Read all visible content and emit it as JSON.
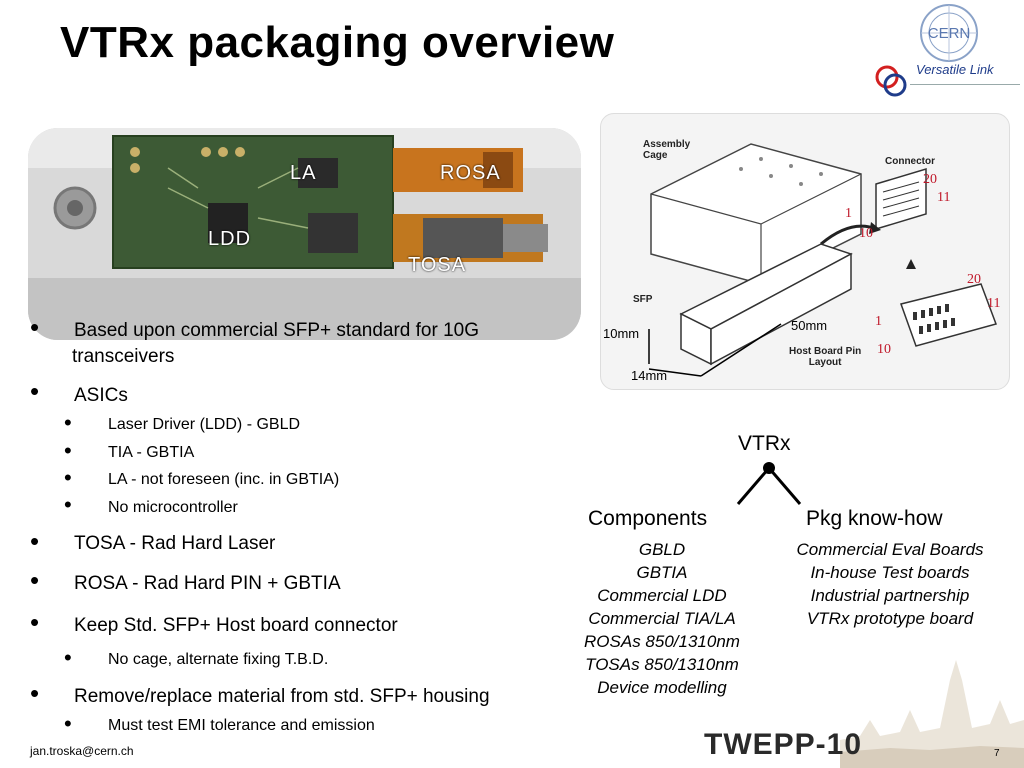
{
  "title": "VTRx packaging overview",
  "logos": {
    "cern": "CERN",
    "versatile_link": "Versatile Link"
  },
  "photo": {
    "labels": {
      "la": "LA",
      "rosa": "ROSA",
      "ldd": "LDD",
      "tosa": "TOSA"
    }
  },
  "drawing": {
    "labels": {
      "assembly_cage": "Assembly\nCage",
      "connector": "Connector",
      "sfp": "SFP",
      "host_board": "Host Board Pin\nLayout"
    },
    "pin_numbers": {
      "a": "20",
      "b": "11",
      "c": "1",
      "d": "10",
      "e": "20",
      "f": "11",
      "g": "1",
      "h": "10"
    },
    "dims": {
      "d10": "10mm",
      "d50": "50mm",
      "d14": "14mm"
    }
  },
  "bullets": [
    {
      "text": "Based upon commercial SFP+ standard for 10G",
      "cont": "transceivers"
    },
    {
      "text": "ASICs",
      "subs": [
        "Laser Driver (LDD) - GBLD",
        "TIA - GBTIA",
        "LA - not foreseen (inc. in GBTIA)",
        "No microcontroller"
      ]
    },
    {
      "text": "TOSA - Rad Hard Laser"
    },
    {
      "text": "ROSA - Rad Hard PIN + GBTIA"
    },
    {
      "text": "Keep Std. SFP+ Host board connector",
      "subs": [
        "No cage, alternate fixing T.B.D."
      ]
    },
    {
      "text": "Remove/replace material from std. SFP+ housing",
      "subs": [
        "Must test EMI tolerance and emission"
      ]
    }
  ],
  "tree": {
    "root": "VTRx",
    "left": {
      "head": "Components",
      "items": [
        "GBLD",
        "GBTIA",
        "Commercial LDD",
        "Commercial TIA/LA",
        "ROSAs 850/1310nm",
        "TOSAs 850/1310nm",
        "Device modelling"
      ]
    },
    "right": {
      "head": "Pkg know-how",
      "items": [
        "Commercial Eval Boards",
        "In-house Test boards",
        "Industrial partnership",
        "VTRx prototype board"
      ]
    }
  },
  "footer": {
    "email": "jan.troska@cern.ch",
    "event": "TWEPP-10",
    "page": "7"
  },
  "colors": {
    "accent_red": "#c0182a",
    "brand_blue": "#1f3c8a",
    "twepp_orange": "#f28a1a"
  }
}
